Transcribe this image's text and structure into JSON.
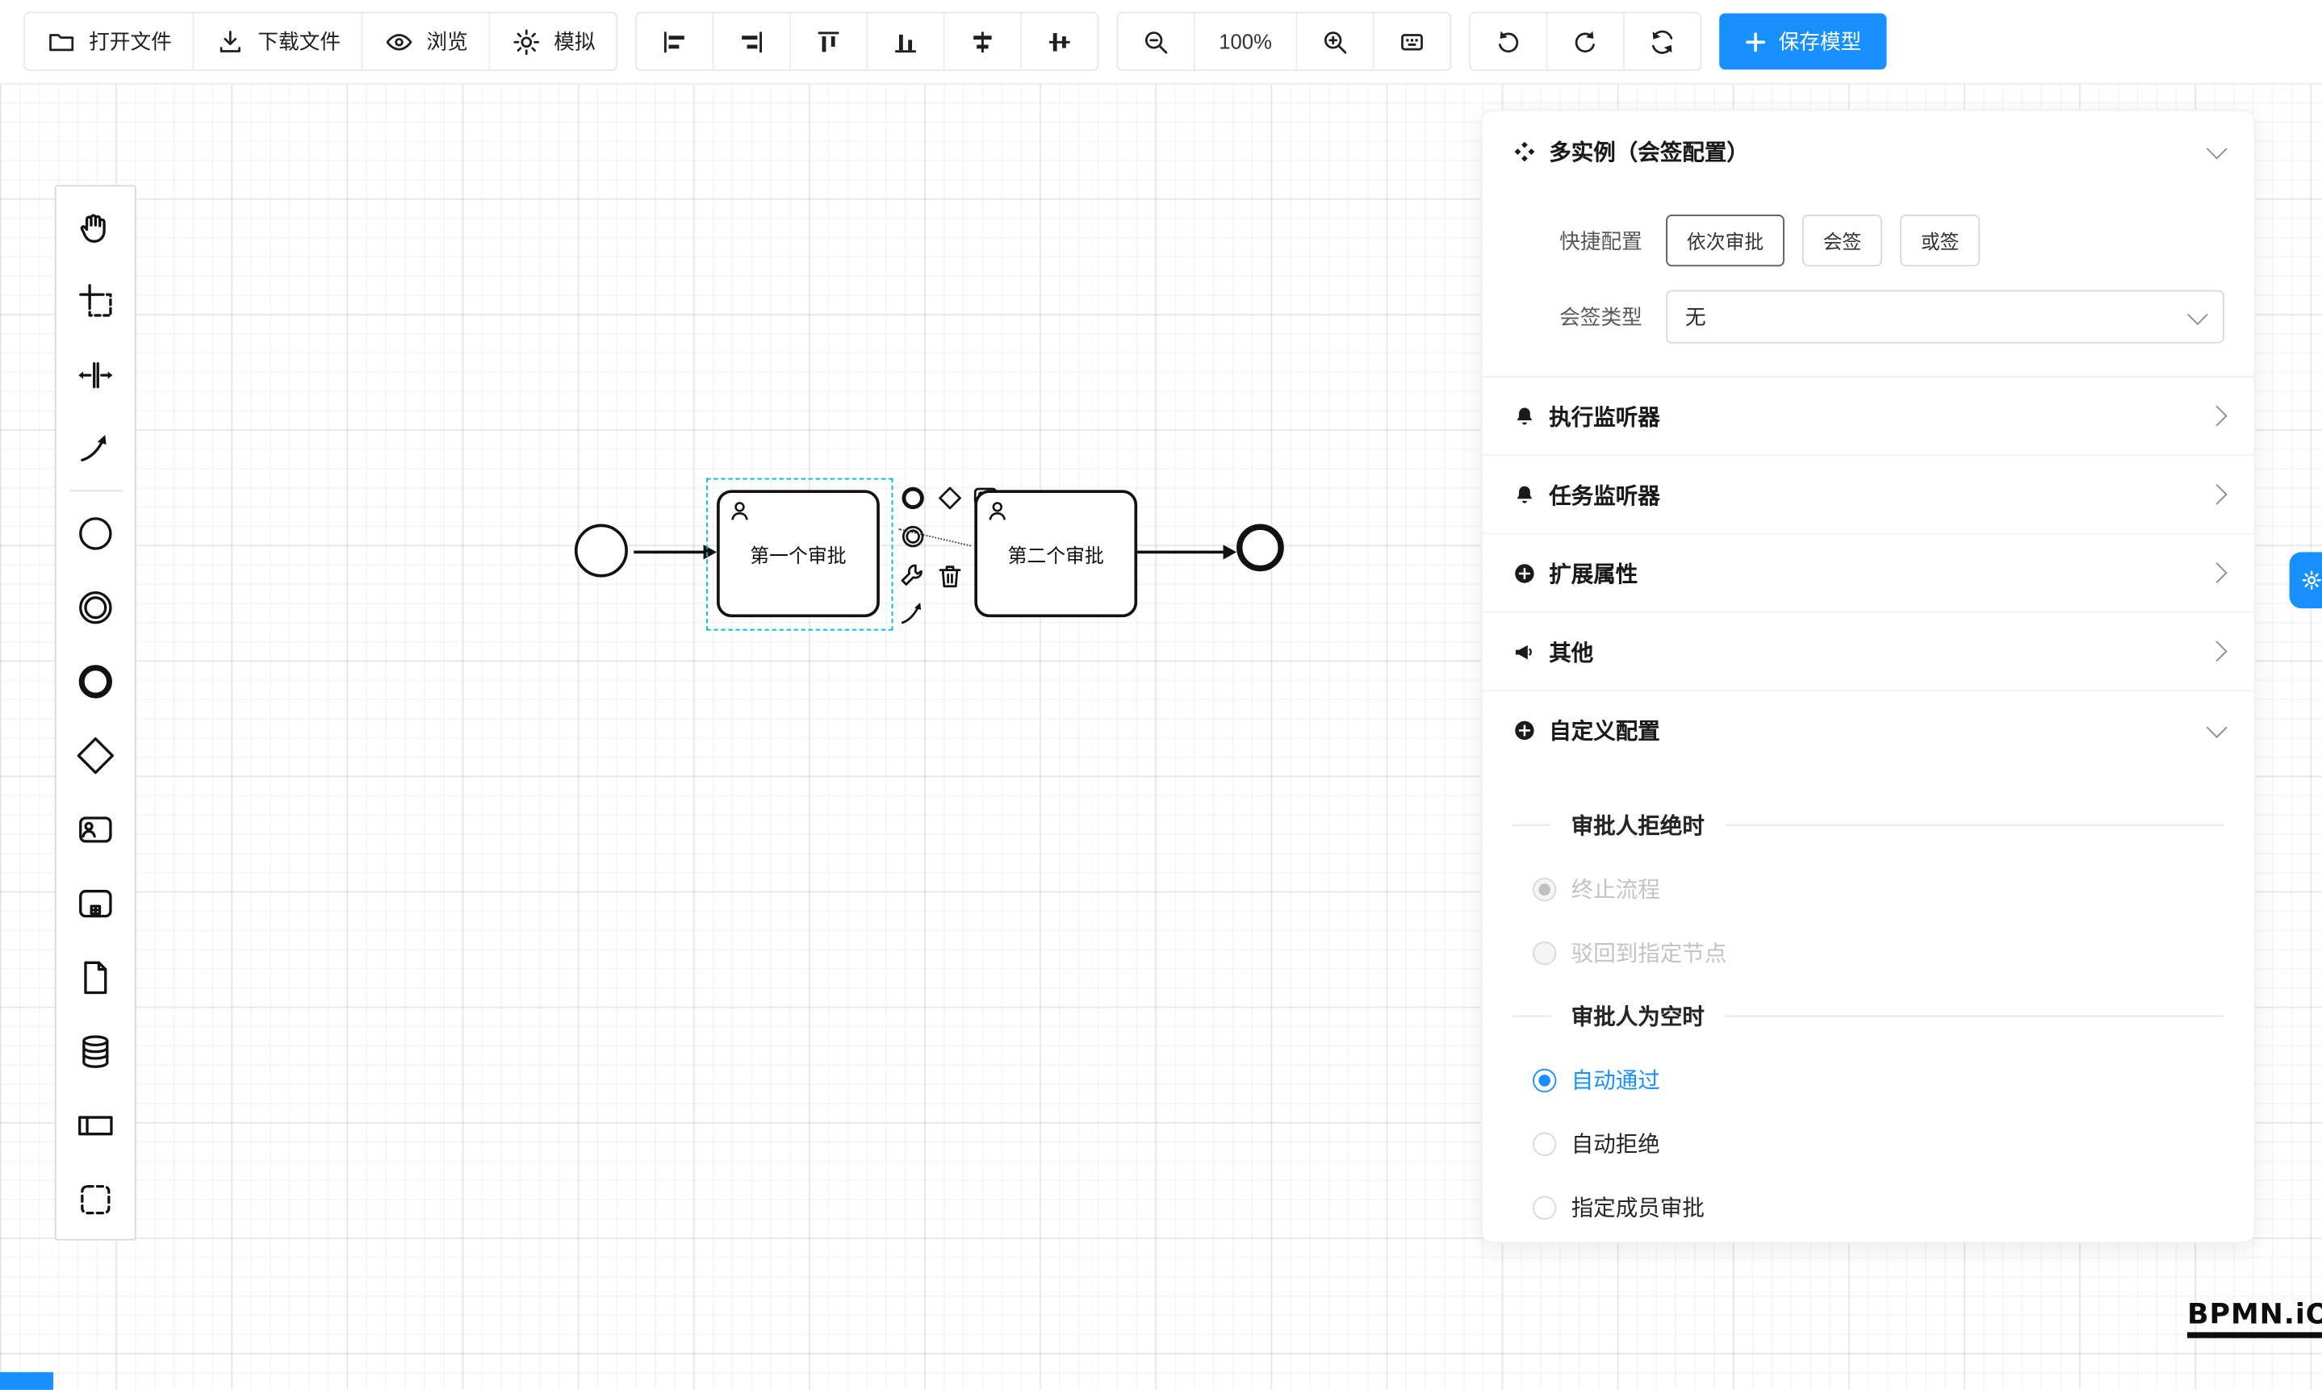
{
  "colors": {
    "accent": "#1890ff",
    "selection": "#00bcd4"
  },
  "toolbar": {
    "buttons": [
      {
        "label": "打开文件"
      },
      {
        "label": "下载文件"
      },
      {
        "label": "浏览"
      },
      {
        "label": "模拟"
      }
    ],
    "zoom_level": "100%",
    "save_label": "保存模型"
  },
  "palette": {
    "items": [
      "hand-tool",
      "lasso-tool",
      "space-tool",
      "global-connect-tool",
      "start-event",
      "intermediate-event",
      "end-event",
      "gateway",
      "user-task",
      "call-activity",
      "data-object",
      "data-store",
      "participant",
      "group"
    ]
  },
  "canvas": {
    "task1_label": "第一个审批",
    "task2_label": "第二个审批"
  },
  "panel": {
    "title": "多实例（会签配置）",
    "quick_label": "快捷配置",
    "quick_options": [
      {
        "label": "依次审批",
        "selected": true
      },
      {
        "label": "会签",
        "selected": false
      },
      {
        "label": "或签",
        "selected": false
      }
    ],
    "type_label": "会签类型",
    "type_value": "无",
    "sections": [
      {
        "label": "执行监听器"
      },
      {
        "label": "任务监听器"
      },
      {
        "label": "扩展属性"
      },
      {
        "label": "其他"
      },
      {
        "label": "自定义配置"
      }
    ],
    "reject": {
      "title": "审批人拒绝时",
      "options": [
        {
          "label": "终止流程",
          "selected": true,
          "disabled": true
        },
        {
          "label": "驳回到指定节点",
          "selected": false,
          "disabled": true
        }
      ]
    },
    "empty": {
      "title": "审批人为空时",
      "options": [
        {
          "label": "自动通过",
          "selected": true
        },
        {
          "label": "自动拒绝",
          "selected": false
        },
        {
          "label": "指定成员审批",
          "selected": false
        }
      ]
    }
  },
  "watermark": "BPMN.iO"
}
